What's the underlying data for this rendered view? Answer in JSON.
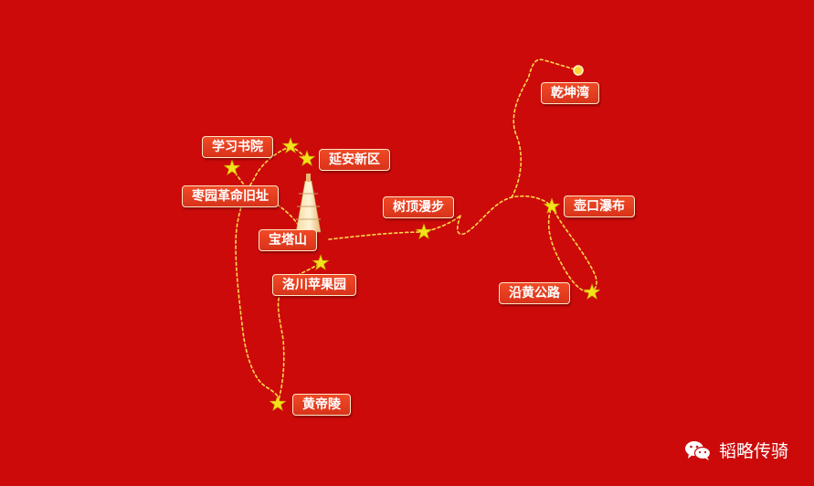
{
  "map": {
    "background_color": "#cc0a0a",
    "route_color": "#ffd84a",
    "star_color": "#f2e21a",
    "endpoint_color": "#ffd23a"
  },
  "places": {
    "xuexi_shuyuan": "学习书院",
    "yanan_xinqu": "延安新区",
    "zaoyuan": "枣园革命旧址",
    "baotashan": "宝塔山",
    "luochuan": "洛川苹果园",
    "huangdiling": "黄帝陵",
    "shuding": "树顶漫步",
    "qiankunwan": "乾坤湾",
    "hukou": "壶口瀑布",
    "yanhuang": "沿黄公路"
  },
  "landmarks": {
    "pagoda": "baota-pagoda"
  },
  "watermark": {
    "icon": "wechat-icon",
    "text": "韬略传骑"
  }
}
